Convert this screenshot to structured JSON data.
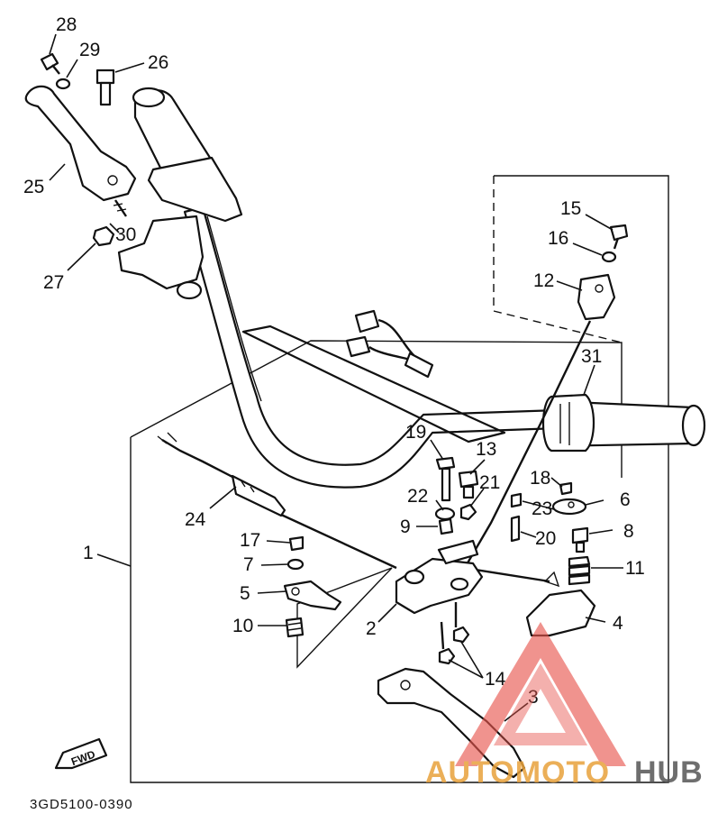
{
  "diagram": {
    "code": "3GD5100-0390",
    "fwd_label": "FWD",
    "callouts": {
      "p1": "1",
      "p2": "2",
      "p3": "3",
      "p4": "4",
      "p5": "5",
      "p6": "6",
      "p7": "7",
      "p8": "8",
      "p9": "9",
      "p10": "10",
      "p11": "11",
      "p12": "12",
      "p13": "13",
      "p14": "14",
      "p15": "15",
      "p16": "16",
      "p17": "17",
      "p18": "18",
      "p19": "19",
      "p20": "20",
      "p21": "21",
      "p22": "22",
      "p23": "23",
      "p24": "24",
      "p25": "25",
      "p26": "26",
      "p27": "27",
      "p28": "28",
      "p29": "29",
      "p30": "30",
      "p31": "31"
    }
  },
  "watermark": {
    "brand_part1": "AUTOMOTO",
    "brand_part2": "HUB",
    "color_primary": "#e8a23c",
    "color_secondary": "#555555",
    "triangle_color": "#e8554e"
  }
}
